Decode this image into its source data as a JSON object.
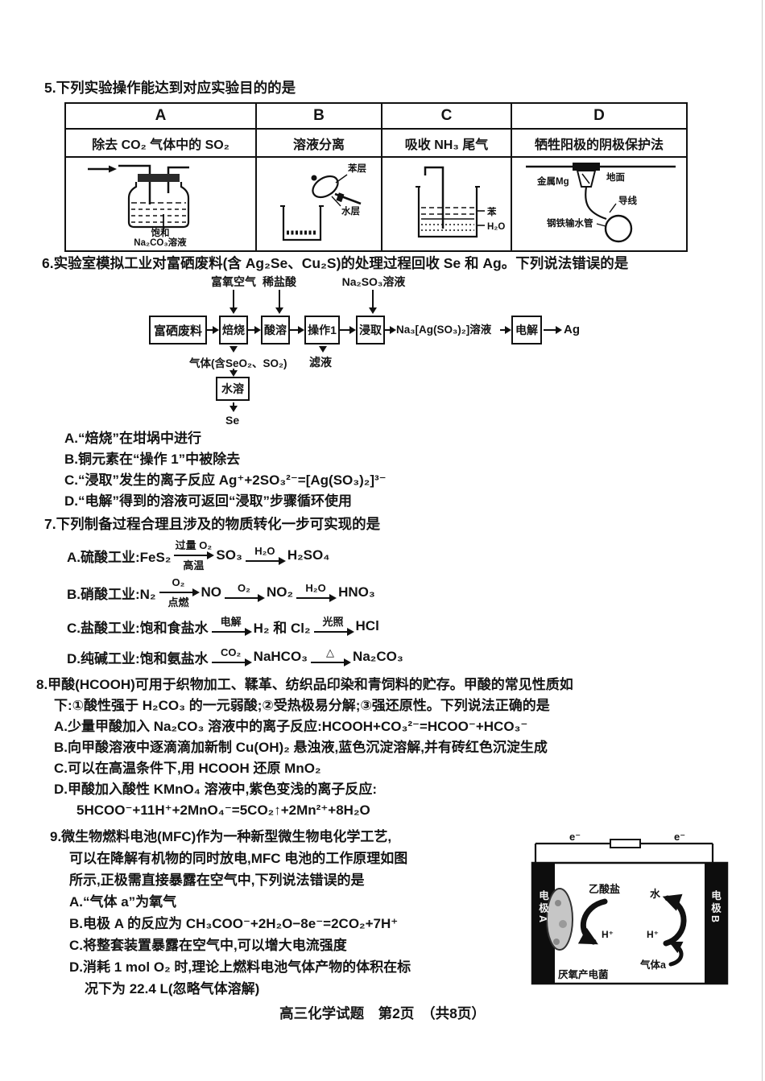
{
  "page": {
    "footer": "高三化学试题　第2页　（共8页）"
  },
  "q5": {
    "title": "5.下列实验操作能达到对应实验目的的是",
    "table": {
      "headers": [
        "A",
        "B",
        "C",
        "D"
      ],
      "purposes": [
        "除去 CO₂ 气体中的 SO₂",
        "溶液分离",
        "吸收 NH₃ 尾气",
        "牺牲阳极的阴极保护法"
      ],
      "diagA": {
        "label1": "饱和",
        "label2": "Na₂CO₃溶液"
      },
      "diagB": {
        "benzene_layer": "苯层",
        "water_layer": "水层"
      },
      "diagC": {
        "benzene": "苯",
        "water": "H₂O"
      },
      "diagD": {
        "metal": "金属Mg",
        "ground": "地面",
        "wire": "导线",
        "pipe": "钢铁输水管"
      }
    }
  },
  "q6": {
    "title": "6.实验室模拟工业对富硒废料(含 Ag₂Se、Cu₂S)的处理过程回收 Se 和 Ag。下列说法错误的是",
    "flow": {
      "feed": "富硒废料",
      "roast": "焙烧",
      "acid": "酸溶",
      "op1": "操作1",
      "leach": "浸取",
      "electrolysis": "电解",
      "in1": "富氧空气",
      "in2": "稀盐酸",
      "in3": "Na₂SO₃溶液",
      "solution": "Na₃[Ag(SO₃)₂]溶液",
      "product": "Ag",
      "gas": "气体(含SeO₂、SO₂)",
      "dissolve": "水溶",
      "se": "Se",
      "filtrate": "滤液"
    },
    "options": [
      "A.“焙烧”在坩埚中进行",
      "B.铜元素在“操作 1”中被除去",
      "C.“浸取”发生的离子反应 Ag⁺+2SO₃²⁻=[Ag(SO₃)₂]³⁻",
      "D.“电解”得到的溶液可返回“浸取”步骤循环使用"
    ]
  },
  "q7": {
    "title": "7.下列制备过程合理且涉及的物质转化一步可实现的是",
    "a": {
      "pre": "A.硫酸工业:FeS₂",
      "arr1top": "过量 O₂",
      "arr1bot": "高温",
      "mid1": "SO₃",
      "arr2top": "H₂O",
      "end": "H₂SO₄"
    },
    "b": {
      "pre": "B.硝酸工业:N₂",
      "arr1top": "O₂",
      "arr1bot": "点燃",
      "mid1": "NO",
      "arr2top": "O₂",
      "mid2": "NO₂",
      "arr3top": "H₂O",
      "end": "HNO₃"
    },
    "c": {
      "pre": "C.盐酸工业:饱和食盐水",
      "arr1top": "电解",
      "mid1": "H₂ 和 Cl₂",
      "arr2top": "光照",
      "end": "HCl"
    },
    "d": {
      "pre": "D.纯碱工业:饱和氨盐水",
      "arr1top": "CO₂",
      "mid1": "NaHCO₃",
      "arr2top": "△",
      "end": "Na₂CO₃"
    }
  },
  "q8": {
    "title1": "8.甲酸(HCOOH)可用于织物加工、鞣革、纺织品印染和青饲料的贮存。甲酸的常见性质如",
    "title2": "下:①酸性强于 H₂CO₃ 的一元弱酸;②受热极易分解;③强还原性。下列说法正确的是",
    "options": [
      "A.少量甲酸加入 Na₂CO₃ 溶液中的离子反应:HCOOH+CO₃²⁻=HCOO⁻+HCO₃⁻",
      "B.向甲酸溶液中逐滴滴加新制 Cu(OH)₂ 悬浊液,蓝色沉淀溶解,并有砖红色沉淀生成",
      "C.可以在高温条件下,用 HCOOH 还原 MnO₂",
      "D.甲酸加入酸性 KMnO₄ 溶液中,紫色变浅的离子反应:"
    ],
    "equation": "5HCOO⁻+11H⁺+2MnO₄⁻=5CO₂↑+2Mn²⁺+8H₂O"
  },
  "q9": {
    "lines": [
      "9.微生物燃料电池(MFC)作为一种新型微生物电化学工艺,",
      "可以在降解有机物的同时放电,MFC 电池的工作原理如图",
      "所示,正极需直接暴露在空气中,下列说法错误的是",
      "A.“气体 a”为氧气",
      "B.电极 A 的反应为 CH₃COO⁻+2H₂O−8e⁻=2CO₂+7H⁺",
      "C.将整套装置暴露在空气中,可以增大电流强度",
      "D.消耗 1 mol O₂ 时,理论上燃料电池气体产物的体积在标",
      "况下为 22.4 L(忽略气体溶解)"
    ],
    "fig": {
      "e_left": "e⁻",
      "e_right": "e⁻",
      "electrodeA": "电极A",
      "electrodeB": "电极B",
      "acetate": "乙酸盐",
      "water": "水",
      "h_left": "H⁺",
      "h_right": "H⁺",
      "gas": "气体a",
      "bacteria": "厌氧产电菌"
    }
  }
}
